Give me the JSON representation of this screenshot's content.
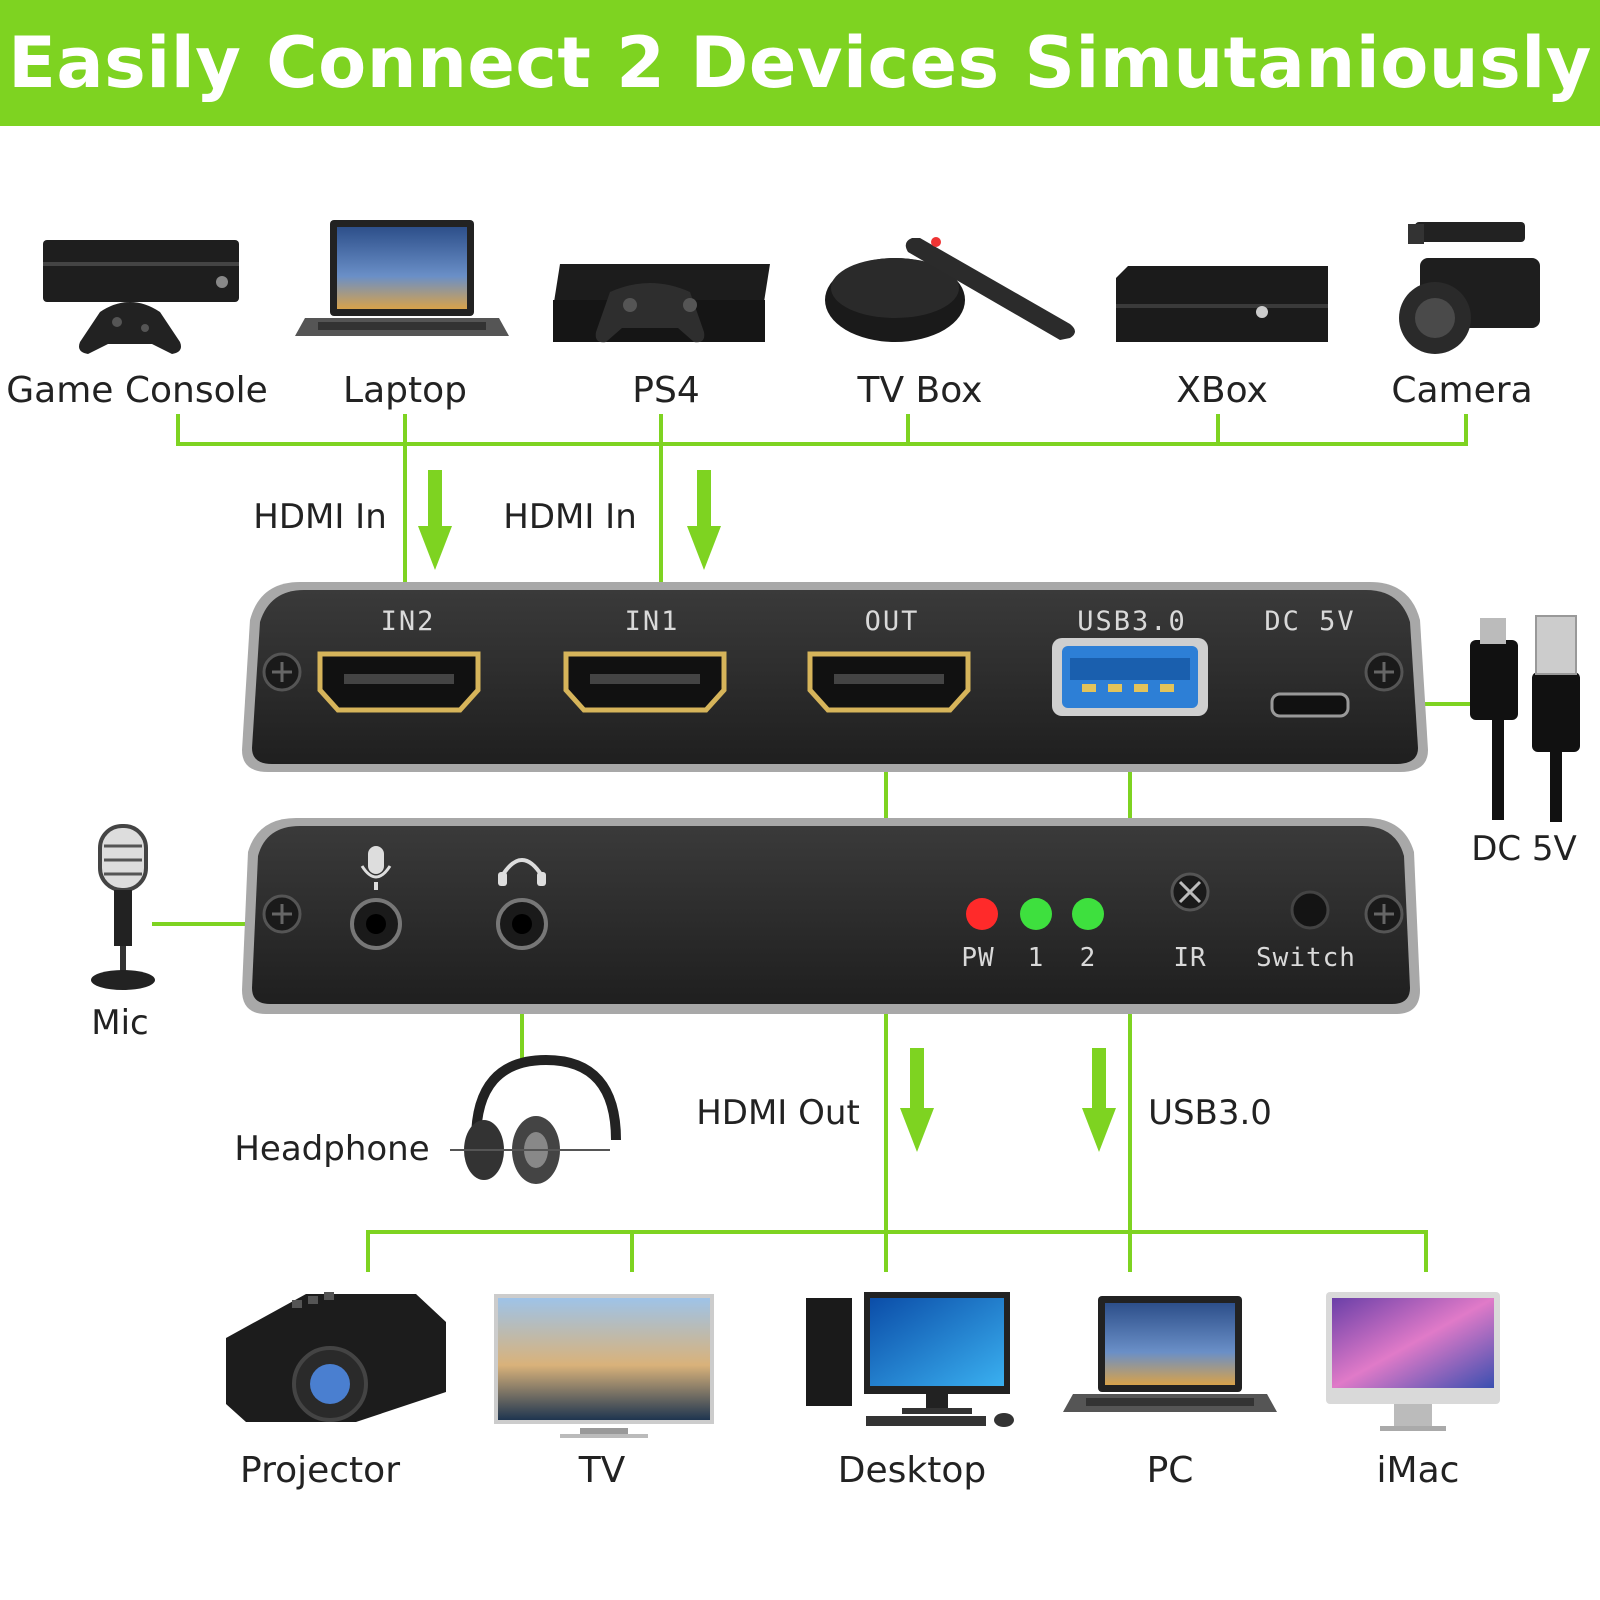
{
  "title": "Easily Connect 2 Devices Simutaniously",
  "colors": {
    "accent": "#7ed321",
    "panel": "#2b2b2b",
    "panel_edge": "#9a9a9a",
    "hdmi_gold": "#d6b45a",
    "usb_blue": "#2d7fd6",
    "led_red": "#ff2a2a",
    "led_green": "#3ee03e"
  },
  "input_devices": [
    {
      "label": "Game Console",
      "icon": "game-console-icon"
    },
    {
      "label": "Laptop",
      "icon": "laptop-icon"
    },
    {
      "label": "PS4",
      "icon": "ps4-icon"
    },
    {
      "label": "TV Box",
      "icon": "tv-box-icon"
    },
    {
      "label": "XBox",
      "icon": "xbox-icon"
    },
    {
      "label": "Camera",
      "icon": "camera-icon"
    }
  ],
  "arrows": {
    "hdmi_in_1": "HDMI In",
    "hdmi_in_2": "HDMI In",
    "hdmi_out": "HDMI Out",
    "usb": "USB3.0"
  },
  "front_panel": {
    "ports": [
      "IN2",
      "IN1",
      "OUT",
      "USB3.0",
      "DC 5V"
    ]
  },
  "back_panel": {
    "leds": [
      "PW",
      "1",
      "2"
    ],
    "ir_label": "IR",
    "switch_label": "Switch"
  },
  "side": {
    "dc_label": "DC 5V",
    "mic_label": "Mic",
    "headphone_label": "Headphone"
  },
  "output_devices": [
    {
      "label": "Projector",
      "icon": "projector-icon"
    },
    {
      "label": "TV",
      "icon": "tv-icon"
    },
    {
      "label": "Desktop",
      "icon": "desktop-icon"
    },
    {
      "label": "PC",
      "icon": "pc-laptop-icon"
    },
    {
      "label": "iMac",
      "icon": "imac-icon"
    }
  ]
}
